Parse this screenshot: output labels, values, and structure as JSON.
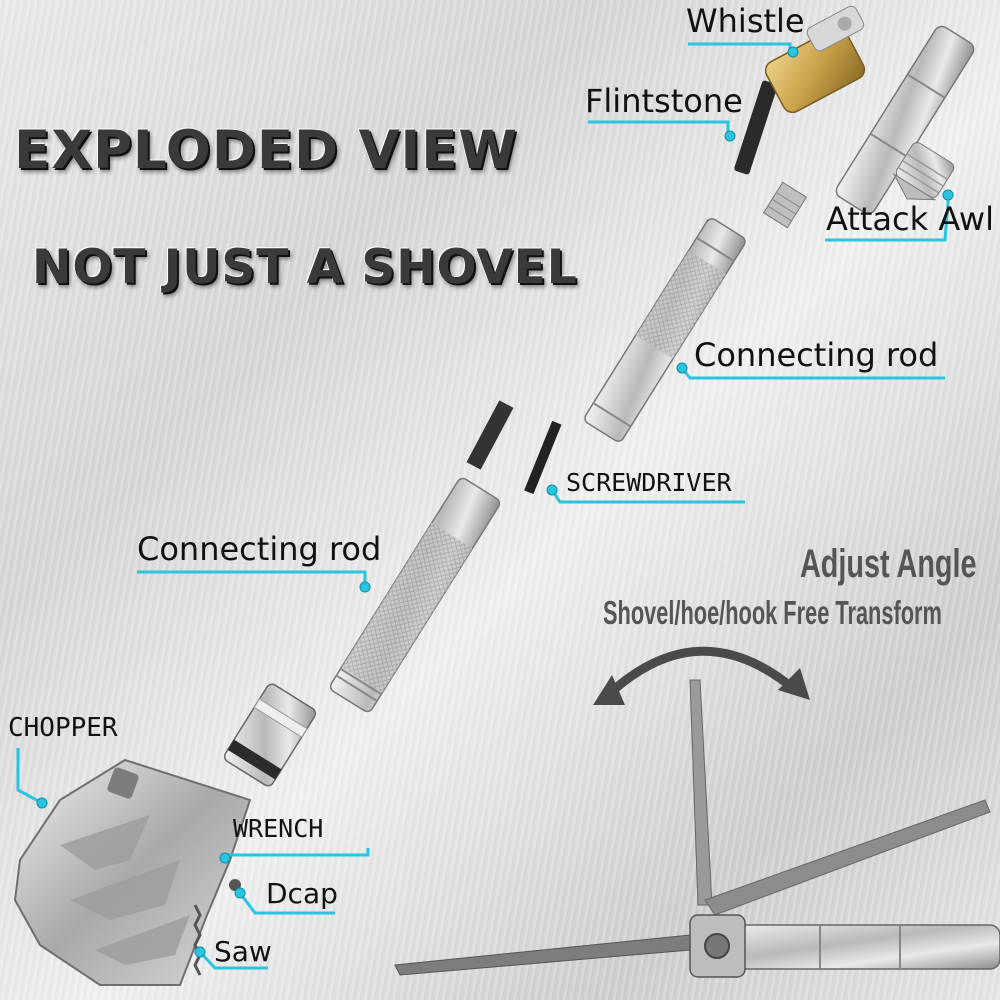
{
  "headline": {
    "title": "EXPLODED VIEW",
    "subtitle": "NOT JUST A SHOVEL"
  },
  "labels": {
    "whistle": "Whistle",
    "flintstone": "Flintstone",
    "attack_awl": "Attack Awl",
    "connecting_rod_upper": "Connecting rod",
    "screwdriver": "SCREWDRIVER",
    "connecting_rod_lower": "Connecting rod",
    "chopper": "CHOPPER",
    "wrench": "WRENCH",
    "dcap": "Dcap",
    "saw": "Saw"
  },
  "adjust": {
    "title": "Adjust Angle",
    "subtitle": "Shovel/hoe/hook  Free Transform"
  },
  "colors": {
    "accent": "#29c5e0",
    "text": "#111111",
    "headline": "#3a3a3a",
    "brass": "#c9a24a"
  }
}
